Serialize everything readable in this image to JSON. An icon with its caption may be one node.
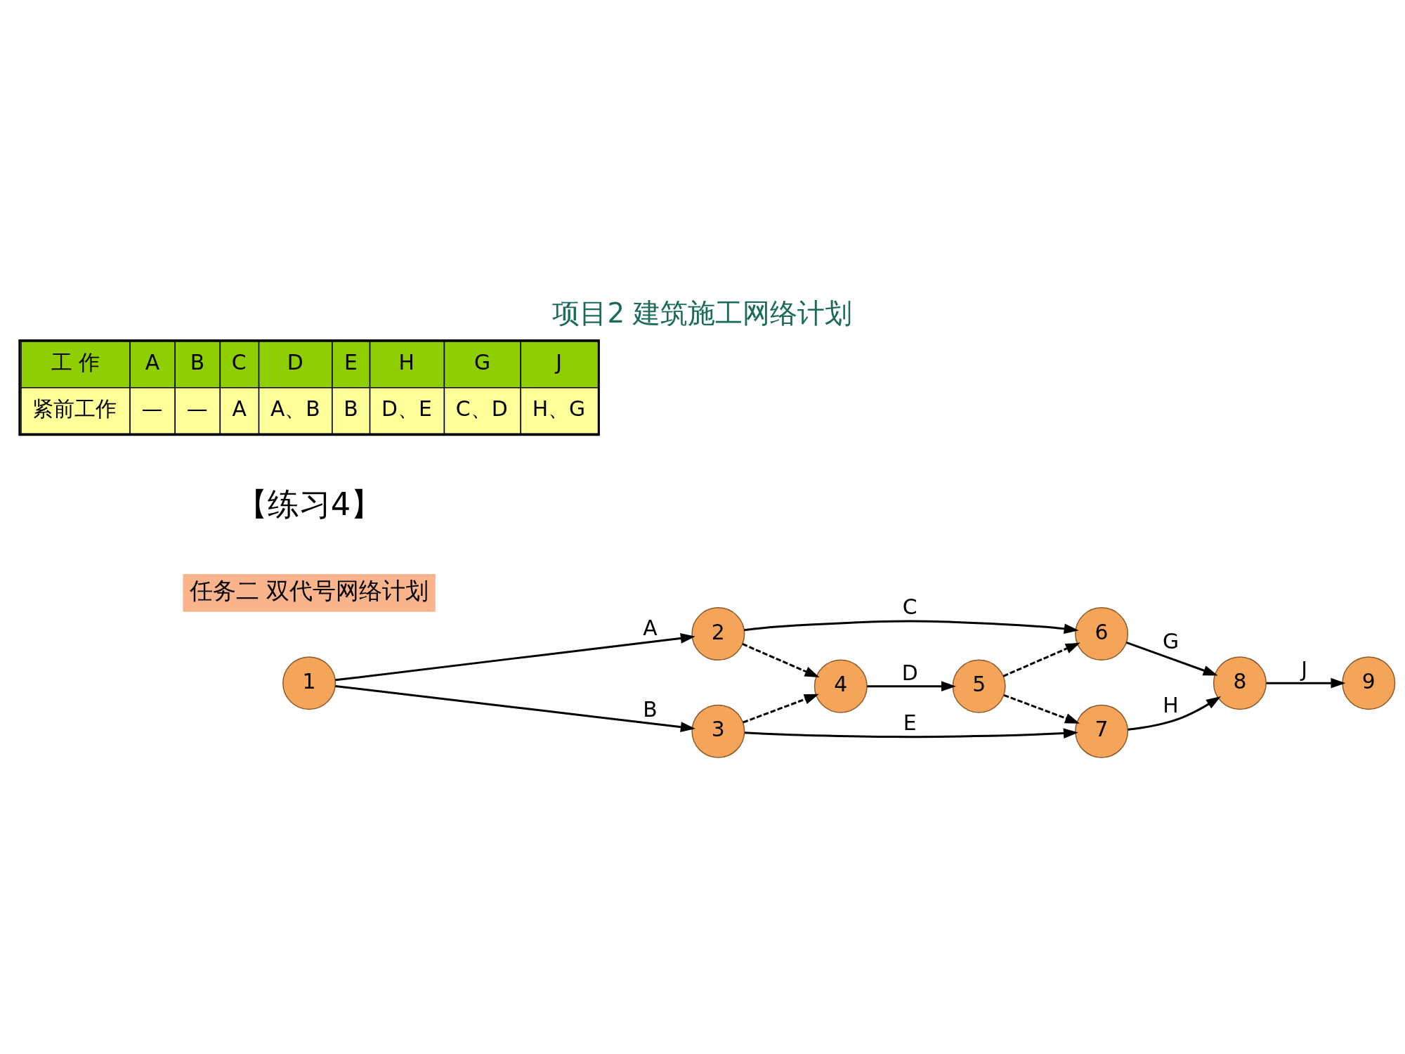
{
  "diagram": {
    "title": "项目2 建筑施工网络计划",
    "nodes": [
      {
        "text": [
          "1"
        ]
      },
      {
        "text": [
          "2"
        ]
      },
      {
        "text": [
          "3"
        ]
      },
      {
        "text": [
          "4"
        ]
      },
      {
        "text": [
          "5"
        ]
      },
      {
        "text": [
          "6"
        ]
      },
      {
        "text": [
          "7"
        ]
      },
      {
        "text": [
          "8"
        ]
      },
      {
        "text": [
          "9"
        ]
      }
    ],
    "edges": [
      {
        "from": 0,
        "to": 1,
        "arrow": "to",
        "label": "A"
      },
      {
        "from": 0,
        "to": 2,
        "arrow": "to",
        "label": "B"
      },
      {
        "from": 1,
        "to": 5,
        "arrow": "to",
        "label": "C"
      },
      {
        "from": 1,
        "to": 3,
        "arrow": "to",
        "style": "dashed"
      },
      {
        "from": 2,
        "to": 3,
        "arrow": "to",
        "style": "dashed"
      },
      {
        "from": 3,
        "to": 4,
        "arrow": "to",
        "label": "D"
      },
      {
        "from": 4,
        "to": 5,
        "arrow": "to",
        "style": "dashed"
      },
      {
        "from": 4,
        "to": 6,
        "arrow": "to",
        "style": "dashed"
      },
      {
        "from": 2,
        "to": 6,
        "arrow": "to",
        "label": "E"
      },
      {
        "from": 5,
        "to": 7,
        "arrow": "to",
        "label": "G"
      },
      {
        "from": 6,
        "to": 7,
        "arrow": "to",
        "label": "H"
      },
      {
        "from": 7,
        "to": 8,
        "arrow": "to",
        "label": "J"
      }
    ],
    "labels": [
      "任务二 双代号网络计划",
      "【练习4】",
      "工 作",
      "A",
      "B",
      "C",
      "D",
      "E",
      "H",
      "G",
      "J",
      "紧前工作",
      "—",
      "—",
      "A",
      "A、B",
      "B",
      "D、E",
      "C、D",
      "H、G"
    ]
  }
}
